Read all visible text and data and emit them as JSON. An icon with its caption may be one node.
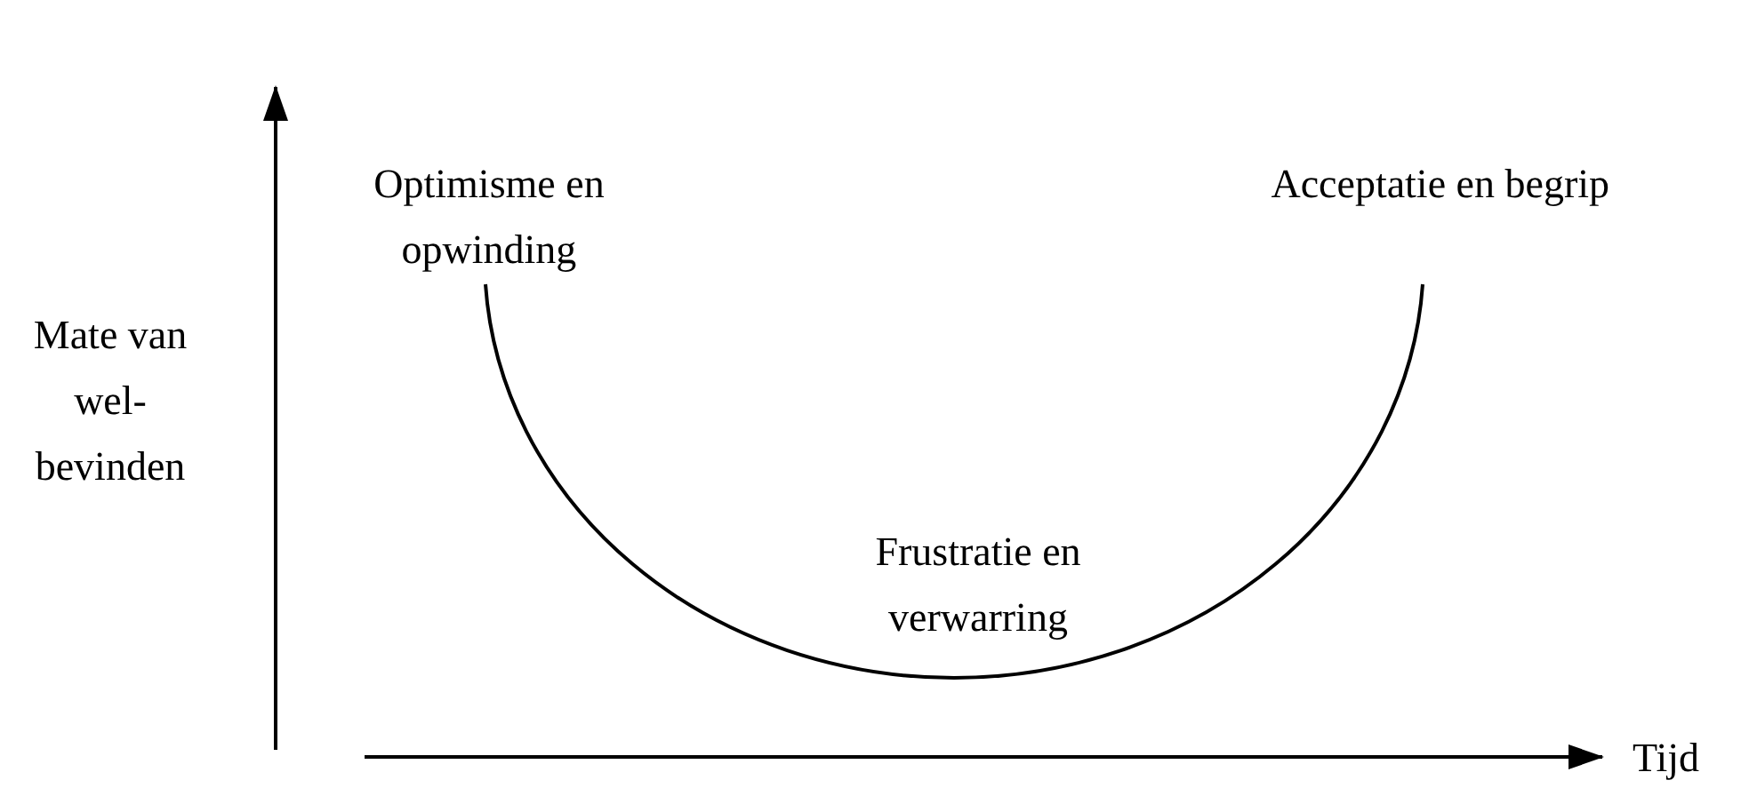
{
  "diagram": {
    "labels": [
      "Optimisme en opwinding",
      "Acceptatie en begrip",
      "Mate van wel-bevinden",
      "Frustratie en verwarring",
      "Tijd"
    ]
  }
}
